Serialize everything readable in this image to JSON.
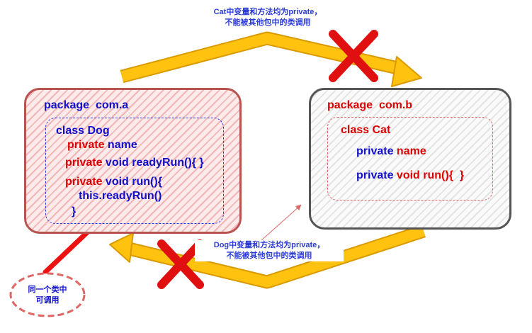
{
  "top_note": [
    "Cat中变量和方法均为private，",
    "不能被其他包中的类调用"
  ],
  "bottom_note": [
    "Dog中变量和方法均为private，",
    "不能被其他包中的类调用"
  ],
  "package_a": {
    "title_keyword": "package",
    "title_name": "com.a",
    "class_decl": "class Dog",
    "lines": [
      {
        "kw": "private",
        "rest": "name"
      },
      {
        "kw": "private",
        "rest": "void readyRun(){ }"
      },
      {
        "kw": "private",
        "rest": "void run(){"
      }
    ],
    "body_call": "this.readyRun()",
    "closing_brace": "}"
  },
  "package_b": {
    "title_keyword": "package",
    "title_name": "com.b",
    "class_decl": "class Cat",
    "line1": {
      "kw": "private",
      "rest": "name"
    },
    "line2": {
      "kw": "private",
      "rest": "void run(){",
      "close": "}"
    }
  },
  "bubble": [
    "同一个类中",
    "可调用"
  ],
  "colors": {
    "arrow_fill": "#ffc20e",
    "arrow_stroke": "#d99a00",
    "cross": "#e01010",
    "pkg_a_border": "#b85450",
    "pkg_b_border": "#555555",
    "keyword_blue": "#1111cc",
    "keyword_red": "#dd0000"
  }
}
